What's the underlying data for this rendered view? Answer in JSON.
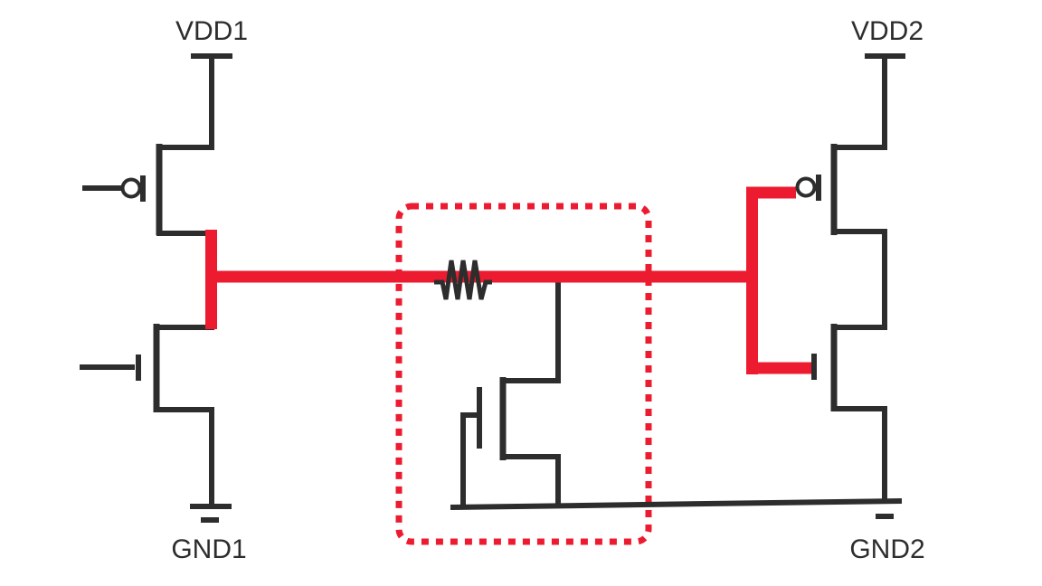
{
  "labels": {
    "vdd1": "VDD1",
    "gnd1": "GND1",
    "vdd2": "VDD2",
    "gnd2": "GND2"
  },
  "colors": {
    "wire": "#2d2d2d",
    "text": "#2d2d2d",
    "highlight": "#ed1b2f",
    "background": "#ffffff"
  }
}
